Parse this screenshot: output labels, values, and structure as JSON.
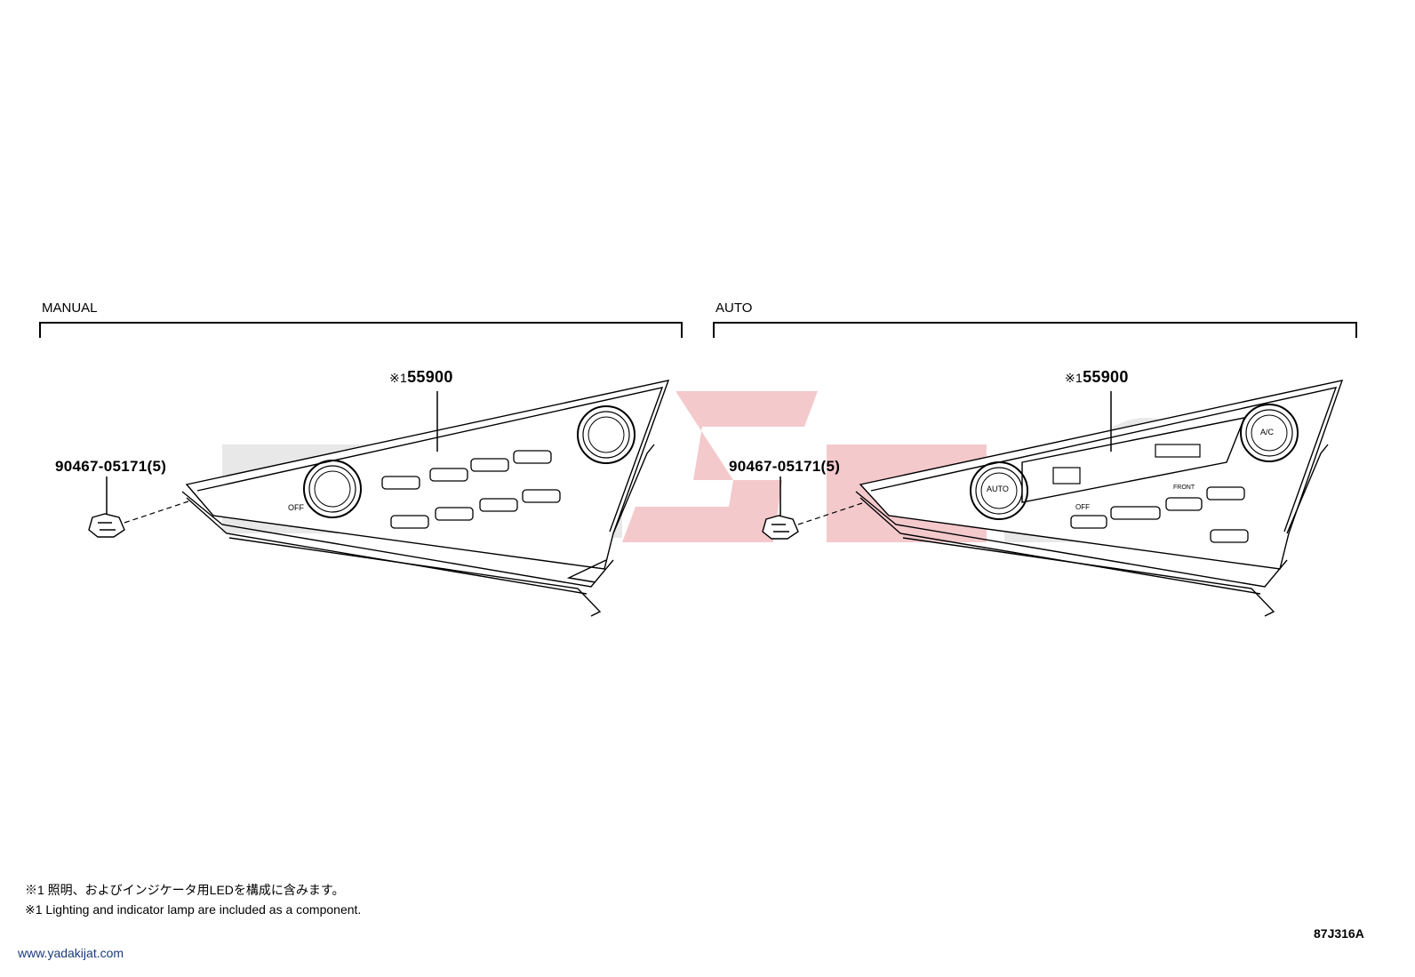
{
  "sections": {
    "manual": {
      "title": "MANUAL",
      "part_main": "55900",
      "part_main_mark": "※1",
      "part_clip": "90467-05171(5)",
      "knob_label": "OFF"
    },
    "auto": {
      "title": "AUTO",
      "part_main": "55900",
      "part_main_mark": "※1",
      "part_clip": "90467-05171(5)",
      "knob_left_label": "AUTO",
      "knob_right_label": "A/C",
      "btn_off_label": "OFF",
      "btn_front_label": "FRONT"
    }
  },
  "notes": [
    "※1 照明、およびインジケータ用LEDを構成に含みます。",
    "※1 Lighting and indicator lamp are included as a component."
  ],
  "diagram_code": "87J316A",
  "watermark_url": "www.yadakijat.com",
  "colors": {
    "line": "#000000",
    "watermark_gray": "#e6e6e6",
    "watermark_red": "#f4c9cc",
    "url": "#1a3a7a"
  }
}
